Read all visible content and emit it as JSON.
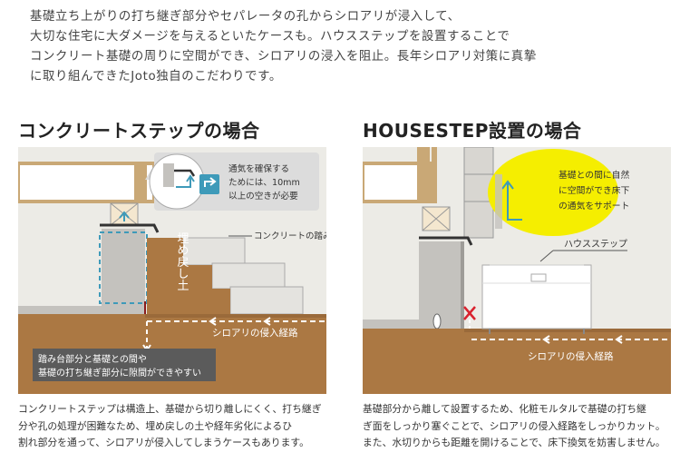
{
  "intro": {
    "lines": [
      "基礎立ち上がりの打ち継ぎ部分やセパレータの孔からシロアリが浸入して、",
      "大切な住宅に大ダメージを与えるといたケースも。ハウスステップを設置することで",
      "コンクリート基礎の周りに空間ができ、シロアリの浸入を阻止。長年シロアリ対策に真摯",
      "に取り組んできたJoto独自のこだわりです。"
    ]
  },
  "left": {
    "title": "コンクリートステップの場合",
    "bubble_lines": [
      "通気を確保する",
      "ためには、10mm",
      "以上の空きが必要"
    ],
    "step_label": "コンクリートの踏み台",
    "soil_label": "埋め戻し土",
    "route_label": "シロアリの侵入経路",
    "warning_lines": [
      "踏み台部分と基礎との間や",
      "基礎の打ち継ぎ部分に隙間ができやすい"
    ],
    "caption_lines": [
      "コンクリートステップは構造上、基礎から切り離しにくく、打ち継ぎ",
      "分や孔の処理が困難なため、埋め戻しの土や経年劣化によるひ",
      "割れ部分を通って、シロアリが侵入してしまうケースもあります。"
    ]
  },
  "right": {
    "title": "HOUSESTEP設置の場合",
    "bubble_lines": [
      "基礎との間に自然",
      "に空間ができ床下",
      "の通気をサポート"
    ],
    "product_label": "ハウスステップ",
    "route_label": "シロアリの侵入経路",
    "caption_lines": [
      "基礎部分から離して設置するため、化粧モルタルで基礎の打ち継",
      "ぎ面をしっかり塞ぐことで、シロアリの侵入経路をしっかりカット。",
      "また、水切りからも距離を開けることで、床下換気を妨害しません。"
    ]
  },
  "colors": {
    "wall": "#ecebe6",
    "wood": "#c9a876",
    "concrete": "#c4c2be",
    "soil": "#ab7843",
    "dark_box": "#5b5b5b",
    "yellow": "#f5ee00",
    "dashed_blue": "#3e9ab9",
    "red": "#d9222e",
    "step_gray": "#e4e3df"
  }
}
